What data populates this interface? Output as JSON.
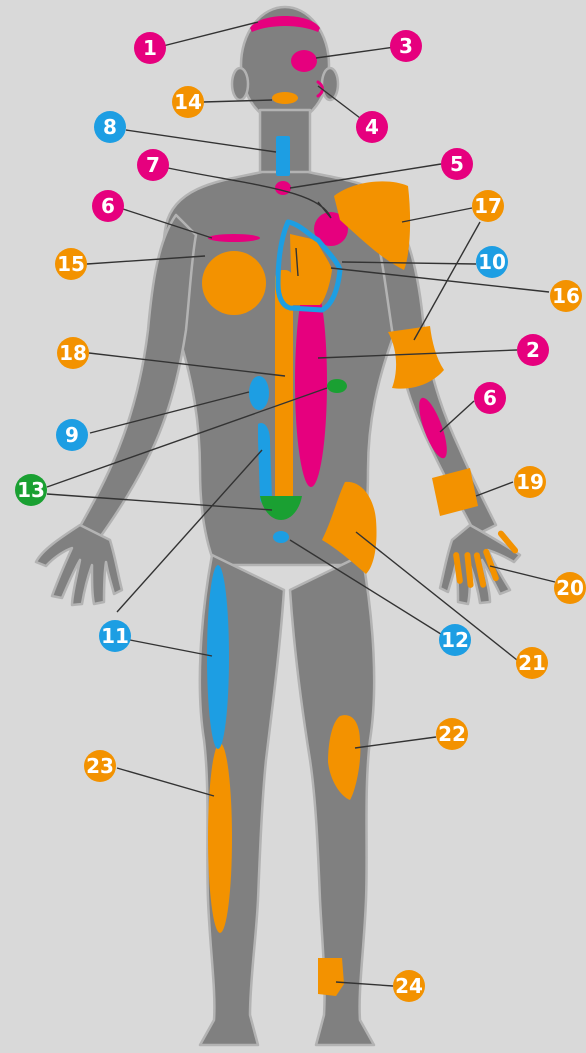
{
  "colors": {
    "background": "#d9d9d9",
    "body": "#808080",
    "body_outline": "#b3b3b3",
    "magenta": "#e6007e",
    "orange": "#f39200",
    "blue": "#1d9ee3",
    "green": "#1aa032",
    "leader_line": "#333333"
  },
  "markers": [
    {
      "label": "1",
      "color": "magenta",
      "organ": "scalp"
    },
    {
      "label": "3",
      "color": "magenta",
      "organ": "eye"
    },
    {
      "label": "4",
      "color": "magenta",
      "organ": "ear"
    },
    {
      "label": "14",
      "color": "orange",
      "organ": "mouth"
    },
    {
      "label": "8",
      "color": "blue",
      "organ": "trachea"
    },
    {
      "label": "5",
      "color": "magenta",
      "organ": "thyroid"
    },
    {
      "label": "7",
      "color": "magenta",
      "organ": "heart"
    },
    {
      "label": "6",
      "color": "magenta",
      "organ": "clavicle-region"
    },
    {
      "label": "17",
      "color": "orange",
      "organ": "shoulder-and-elbow"
    },
    {
      "label": "10",
      "color": "blue",
      "organ": "lung-outline"
    },
    {
      "label": "15",
      "color": "orange",
      "organ": "lung"
    },
    {
      "label": "16",
      "color": "orange",
      "organ": "chest-region"
    },
    {
      "label": "2",
      "color": "magenta",
      "organ": "vessel"
    },
    {
      "label": "18",
      "color": "orange",
      "organ": "spine"
    },
    {
      "label": "6",
      "color": "magenta",
      "organ": "forearm-vessel"
    },
    {
      "label": "9",
      "color": "blue",
      "organ": "kidney"
    },
    {
      "label": "13",
      "color": "green",
      "organ": "kidney-and-bladder"
    },
    {
      "label": "19",
      "color": "orange",
      "organ": "wrist"
    },
    {
      "label": "20",
      "color": "orange",
      "organ": "fingers"
    },
    {
      "label": "11",
      "color": "blue",
      "organ": "ureter-and-thigh"
    },
    {
      "label": "12",
      "color": "blue",
      "organ": "prostate"
    },
    {
      "label": "21",
      "color": "orange",
      "organ": "hip"
    },
    {
      "label": "22",
      "color": "orange",
      "organ": "knee"
    },
    {
      "label": "23",
      "color": "orange",
      "organ": "shin"
    },
    {
      "label": "24",
      "color": "orange",
      "organ": "ankle"
    }
  ]
}
